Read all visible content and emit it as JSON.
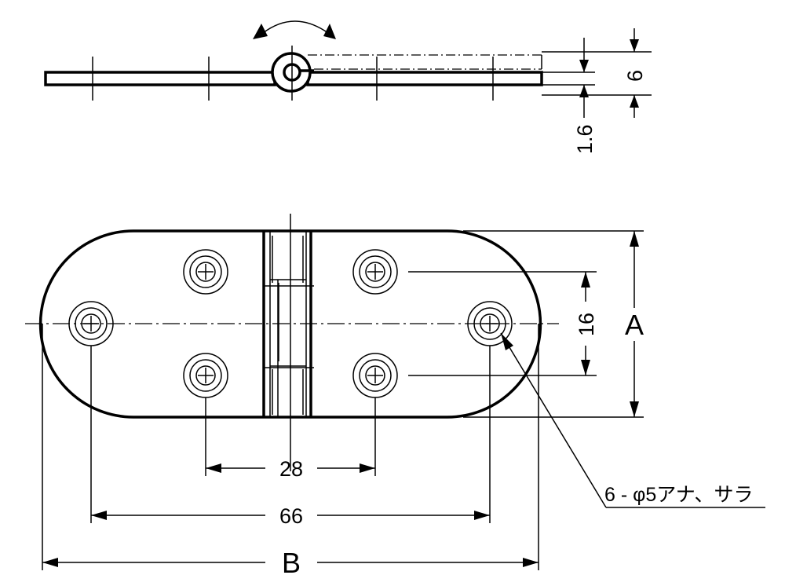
{
  "title": "Hinge dimension drawing",
  "side_view": {
    "thickness_label": "1.6",
    "height_label": "6"
  },
  "front_view": {
    "hole_pitch_inner_label": "28",
    "hole_pitch_outer_label": "66",
    "hole_vertical_pitch_label": "16",
    "overall_height_label": "A",
    "overall_length_label": "B",
    "hole_callout": "6 - φ5アナ、サラ"
  }
}
